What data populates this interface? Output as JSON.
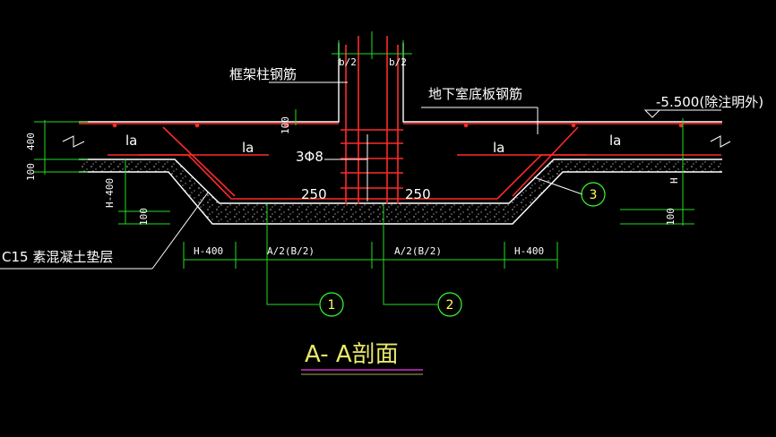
{
  "labels": {
    "column_rebar": "框架柱钢筋",
    "slab_rebar": "地下室底板钢筋",
    "cushion": "C15 素混凝土垫层",
    "elevation": "-5.500(除注明外)",
    "section_title": "A- A剖面",
    "stirrup": "3Φ8",
    "la": "la",
    "dim_250": "250"
  },
  "dims": {
    "b2": "b/2",
    "d400": "400",
    "d100": "100",
    "h400": "H-400",
    "h": "H",
    "a2b2": "A/2(B/2)"
  },
  "markers": [
    "1",
    "2",
    "3"
  ],
  "colors": {
    "background": "#000000",
    "concrete": "#ffffff",
    "rebar": "#ff2a2a",
    "dimension": "#22dd22",
    "leader": "#ffffff",
    "marker": "#33ff33",
    "title": "#e8e86a",
    "underline": "#cc33cc"
  }
}
